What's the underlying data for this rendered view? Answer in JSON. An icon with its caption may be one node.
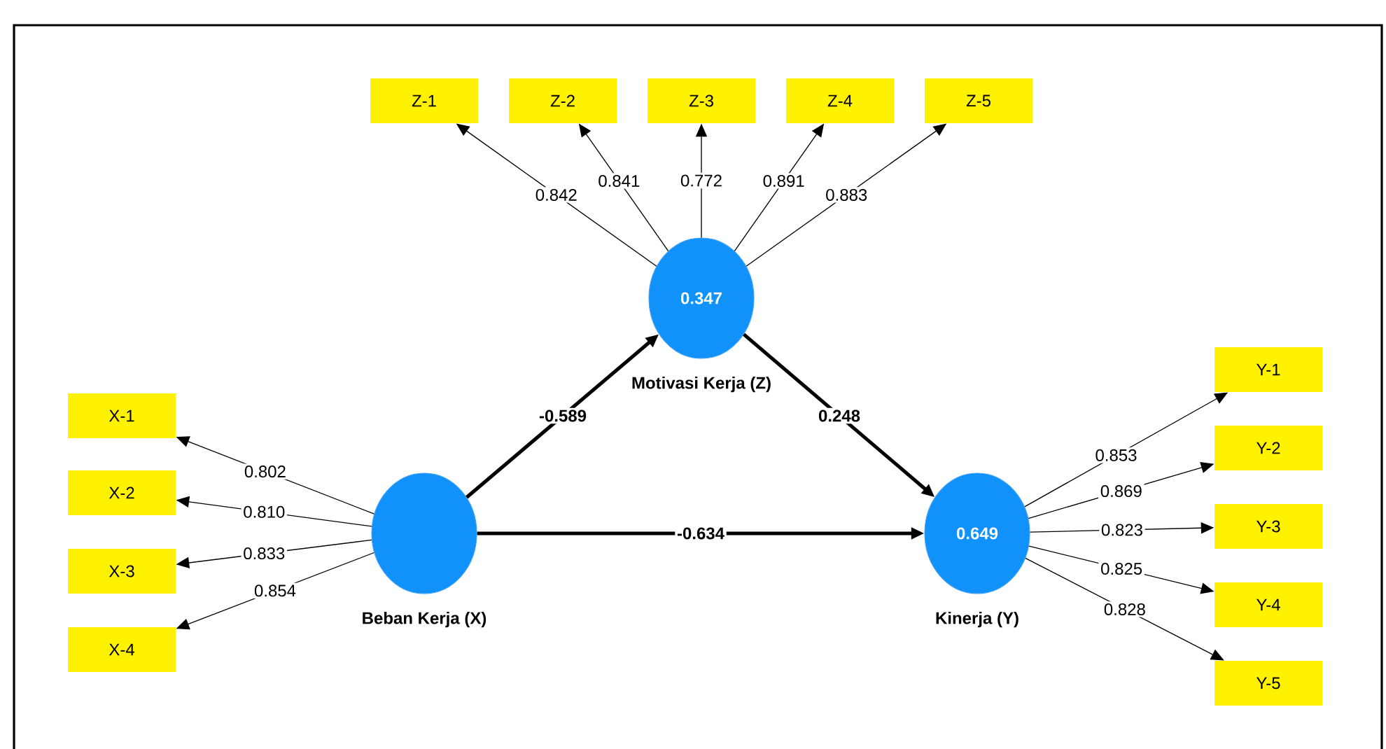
{
  "diagram": {
    "nodes": [
      {
        "text": [
          "Z-1"
        ]
      },
      {
        "text": [
          "Z-2"
        ]
      },
      {
        "text": [
          "Z-3"
        ]
      },
      {
        "text": [
          "Z-4"
        ]
      },
      {
        "text": [
          "Z-5"
        ]
      },
      {
        "text": [
          "0.347"
        ],
        "beside": [
          "Motivasi Kerja (Z)"
        ]
      },
      {
        "text": [
          "X-1"
        ]
      },
      {
        "text": [
          "X-2"
        ]
      },
      {
        "text": [
          "X-3"
        ]
      },
      {
        "text": [
          "X-4"
        ]
      },
      {
        "text": [],
        "shape": "circle",
        "beside": [
          "Beban Kerja (X)"
        ]
      },
      {
        "text": [
          "0.649"
        ],
        "beside": [
          "Kinerja (Y)"
        ]
      },
      {
        "text": [
          "Y-1"
        ]
      },
      {
        "text": [
          "Y-2"
        ]
      },
      {
        "text": [
          "Y-3"
        ]
      },
      {
        "text": [
          "Y-4"
        ]
      },
      {
        "text": [
          "Y-5"
        ]
      }
    ],
    "edges": [
      {
        "from": 5,
        "to": 0,
        "arrow": "to",
        "label": "0.842"
      },
      {
        "from": 5,
        "to": 1,
        "arrow": "to",
        "label": "0.841"
      },
      {
        "from": 5,
        "to": 2,
        "arrow": "to",
        "label": "0.772"
      },
      {
        "from": 5,
        "to": 3,
        "arrow": "to",
        "label": "0.891"
      },
      {
        "from": 5,
        "to": 4,
        "arrow": "to",
        "label": "0.883"
      },
      {
        "from": 10,
        "to": 6,
        "arrow": "to",
        "label": "0.802"
      },
      {
        "from": 10,
        "to": 7,
        "arrow": "to",
        "label": "0.810"
      },
      {
        "from": 10,
        "to": 8,
        "arrow": "to",
        "label": "0.833"
      },
      {
        "from": 10,
        "to": 9,
        "arrow": "to",
        "label": "0.854"
      },
      {
        "from": 11,
        "to": 12,
        "arrow": "to",
        "label": "0.853"
      },
      {
        "from": 11,
        "to": 13,
        "arrow": "to",
        "label": "0.869"
      },
      {
        "from": 11,
        "to": 14,
        "arrow": "to",
        "label": "0.823"
      },
      {
        "from": 11,
        "to": 15,
        "arrow": "to",
        "label": "0.825"
      },
      {
        "from": 11,
        "to": 16,
        "arrow": "to",
        "label": "0.828"
      },
      {
        "from": 10,
        "to": 5,
        "arrow": "to",
        "label": "-0.589",
        "style": "thick"
      },
      {
        "from": 5,
        "to": 11,
        "arrow": "to",
        "label": "0.248",
        "style": "thick"
      },
      {
        "from": 10,
        "to": 11,
        "arrow": "to",
        "label": "-0.634",
        "style": "thick"
      }
    ]
  }
}
